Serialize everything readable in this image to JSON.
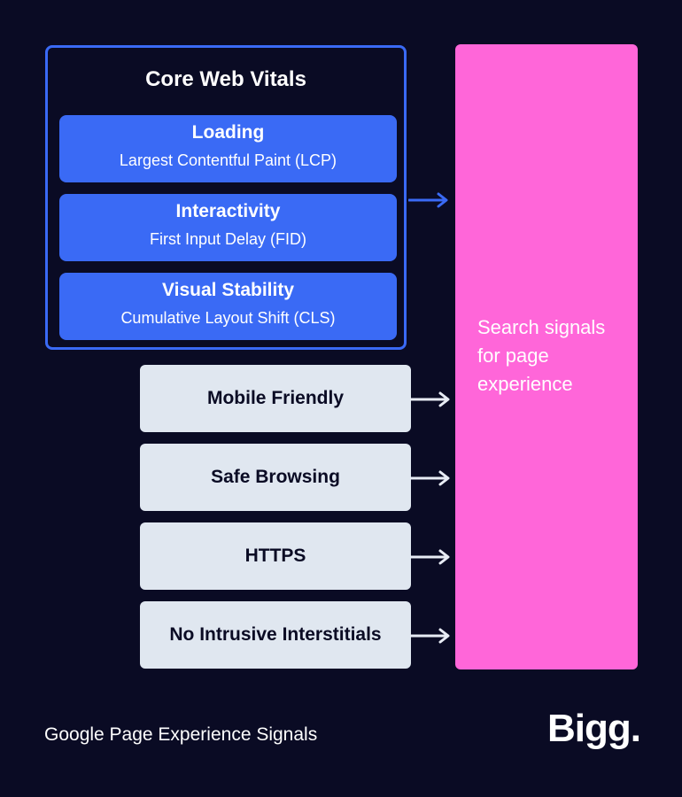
{
  "core_web_vitals": {
    "title": "Core Web Vitals",
    "items": [
      {
        "name": "Loading",
        "metric": "Largest Contentful Paint (LCP)"
      },
      {
        "name": "Interactivity",
        "metric": "First Input Delay (FID)"
      },
      {
        "name": "Visual Stability",
        "metric": "Cumulative Layout Shift (CLS)"
      }
    ]
  },
  "signals": [
    "Mobile Friendly",
    "Safe Browsing",
    "HTTPS",
    "No Intrusive Interstitials"
  ],
  "target": {
    "label": "Search signals for page experience"
  },
  "footer": {
    "caption": "Google Page Experience Signals",
    "logo": "Bigg."
  },
  "colors": {
    "background": "#0a0b24",
    "vitals_blue": "#3a6af5",
    "signal_box": "#e0e7f0",
    "target_pink": "#ff66d9",
    "arrow_white": "#e8ecf5"
  }
}
